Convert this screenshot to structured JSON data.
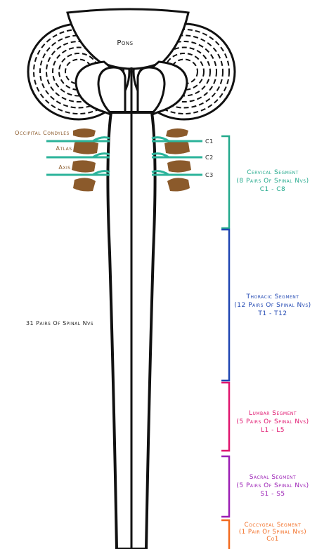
{
  "colors": {
    "outline": "#111111",
    "bone": "#8B5A2B",
    "nerve": "#2BB39A",
    "cervical": "#23A98C",
    "thoracic": "#1F46B2",
    "lumbar": "#E0156E",
    "sacral": "#9B1FB5",
    "coccygeal": "#F26A1F",
    "text_dark": "#222222"
  },
  "brainstem": {
    "title": "Pons"
  },
  "skull_labels": {
    "occipital": "Occipital Condyles",
    "atlas": "Atlas",
    "axis": "Axis"
  },
  "nerve_labels": [
    "C1",
    "C2",
    "C3"
  ],
  "center_text": "31 Pairs Of Spinal Nvs",
  "segments": [
    {
      "key": "cervical",
      "color_key": "cervical",
      "lines": [
        "Cervical Segment",
        "(8 Pairs Of Spinal Nvs)",
        "C1 - C8"
      ]
    },
    {
      "key": "thoracic",
      "color_key": "thoracic",
      "lines": [
        "Thoracic Segment",
        "(12 Pairs Of Spinal Nvs)",
        "T1 - T12"
      ]
    },
    {
      "key": "lumbar",
      "color_key": "lumbar",
      "lines": [
        "Lumbar Segment",
        "(5 Pairs Of Spinal Nvs)",
        "L1 - L5"
      ]
    },
    {
      "key": "sacral",
      "color_key": "sacral",
      "lines": [
        "Sacral Segment",
        "(5 Pairs Of Spinal Nvs)",
        "S1 - S5"
      ]
    },
    {
      "key": "coccygeal",
      "color_key": "coccygeal",
      "lines": [
        "Coccygeal Segment",
        "(1 Pair Of Spinal Nvs)",
        "Co1"
      ]
    }
  ]
}
